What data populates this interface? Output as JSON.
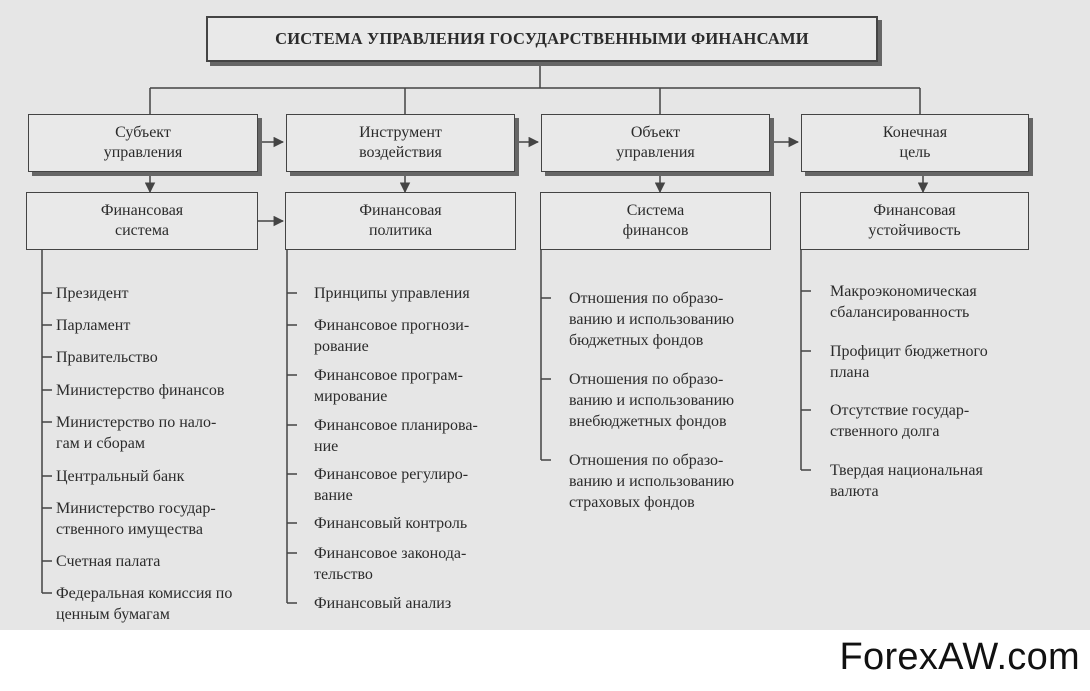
{
  "title": "СИСТЕМА УПРАВЛЕНИЯ ГОСУДАРСТВЕННЫМИ ФИНАНСАМИ",
  "columns": [
    {
      "header": "Субъект\nуправления",
      "sub": "Финансовая\nсистема",
      "items": [
        "Президент",
        "Парламент",
        "Правительство",
        "Министерство финансов",
        "Министерство по нало-\nгам и сборам",
        "Центральный банк",
        "Министерство государ-\nственного имущества",
        "Счетная палата",
        "Федеральная комиссия по\nценным бумагам"
      ]
    },
    {
      "header": "Инструмент\nвоздействия",
      "sub": "Финансовая\nполитика",
      "items": [
        "Принципы управления",
        "Финансовое прогнози-\nрование",
        "Финансовое програм-\nмирование",
        "Финансовое планирова-\nние",
        "Финансовое регулиро-\nвание",
        "Финансовый контроль",
        "Финансовое законода-\nтельство",
        "Финансовый анализ"
      ]
    },
    {
      "header": "Объект\nуправления",
      "sub": "Система\nфинансов",
      "items": [
        "Отношения по образо-\nванию и использованию\nбюджетных фондов",
        "Отношения по образо-\nванию и использованию\nвнебюджетных фондов",
        "Отношения по образо-\nванию и использованию\nстраховых фондов"
      ]
    },
    {
      "header": "Конечная\nцель",
      "sub": "Финансовая\nустойчивость",
      "items": [
        "Макроэкономическая\nсбалансированность",
        "Профицит бюджетного\nплана",
        "Отсутствие государ-\nственного долга",
        "Твердая национальная\nвалюта"
      ]
    }
  ],
  "watermark": "ForexAW.com"
}
